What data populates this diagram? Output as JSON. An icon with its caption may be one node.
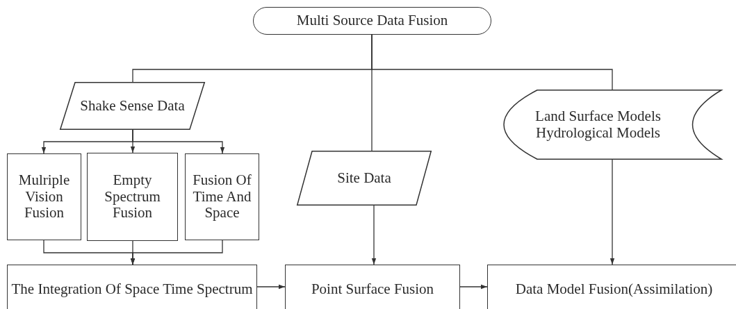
{
  "diagram": {
    "nodes": [
      {
        "text": [
          "Multi Source Data Fusion"
        ]
      },
      {
        "text": [
          "Shake Sense Data"
        ]
      },
      {
        "text": [
          "Land Surface Models",
          "Hydrological Models"
        ]
      },
      {
        "text": [
          "Mulriple Vision Fusion"
        ]
      },
      {
        "text": [
          "Empty Spectrum Fusion"
        ]
      },
      {
        "text": [
          "Fusion Of Time And Space"
        ]
      },
      {
        "text": [
          "Site Data"
        ]
      },
      {
        "text": [
          "The Integration Of Space Time Spectrum"
        ]
      },
      {
        "text": [
          "Point Surface Fusion"
        ]
      },
      {
        "text": [
          "Data Model Fusion(Assimilation)"
        ]
      }
    ],
    "edges": [
      {
        "from": 0,
        "to": 1,
        "arrow": "none"
      },
      {
        "from": 0,
        "to": 6,
        "arrow": "none"
      },
      {
        "from": 0,
        "to": 2,
        "arrow": "none"
      },
      {
        "from": 1,
        "to": 3,
        "arrow": "to"
      },
      {
        "from": 1,
        "to": 4,
        "arrow": "to"
      },
      {
        "from": 1,
        "to": 5,
        "arrow": "to"
      },
      {
        "from": 3,
        "to": 7,
        "arrow": "to"
      },
      {
        "from": 4,
        "to": 7,
        "arrow": "to"
      },
      {
        "from": 5,
        "to": 7,
        "arrow": "to"
      },
      {
        "from": 6,
        "to": 8,
        "arrow": "to"
      },
      {
        "from": 2,
        "to": 9,
        "arrow": "to"
      },
      {
        "from": 7,
        "to": 8,
        "arrow": "to"
      },
      {
        "from": 8,
        "to": 9,
        "arrow": "to"
      }
    ]
  }
}
